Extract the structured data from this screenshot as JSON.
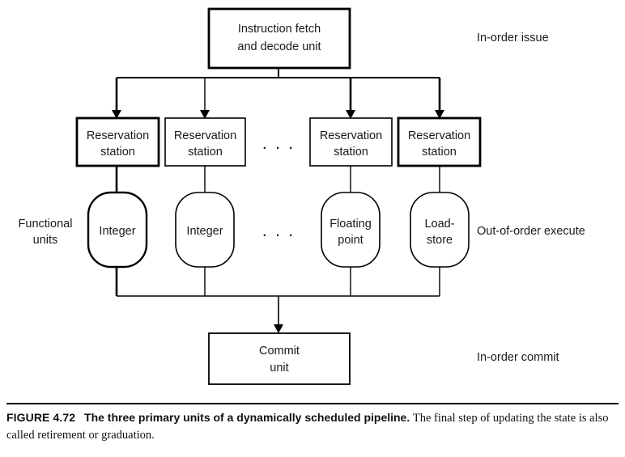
{
  "figure": {
    "top_unit": {
      "line1": "Instruction fetch",
      "line2": "and decode unit"
    },
    "reservation_stations": [
      {
        "line1": "Reservation",
        "line2": "station"
      },
      {
        "line1": "Reservation",
        "line2": "station"
      },
      {
        "line1": "Reservation",
        "line2": "station"
      },
      {
        "line1": "Reservation",
        "line2": "station"
      }
    ],
    "functional_units": [
      {
        "line1": "Integer",
        "line2": ""
      },
      {
        "line1": "Integer",
        "line2": ""
      },
      {
        "line1": "Floating",
        "line2": "point"
      },
      {
        "line1": "Load-",
        "line2": "store"
      }
    ],
    "commit_unit": {
      "line1": "Commit",
      "line2": "unit"
    },
    "ellipsis_stations": ". . .",
    "ellipsis_units": ". . .",
    "left_label": {
      "line1": "Functional",
      "line2": "units"
    },
    "right_labels": {
      "issue": "In-order issue",
      "execute": "Out-of-order execute",
      "commit": "In-order commit"
    },
    "colors": {
      "stroke": "#000000",
      "text": "#1a1a1a",
      "background": "#ffffff"
    }
  },
  "caption": {
    "figure_number": "FIGURE 4.72",
    "title": "The three primary units of a dynamically scheduled pipeline.",
    "body": "The final step of updating the state is also called retirement or graduation."
  }
}
